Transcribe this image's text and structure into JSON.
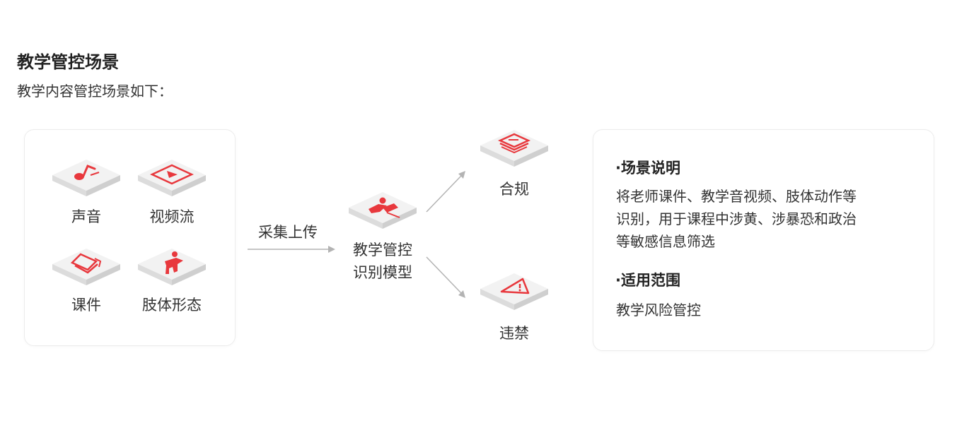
{
  "header": {
    "title": "教学管控场景",
    "subtitle": "教学内容管控场景如下："
  },
  "inputs": [
    {
      "label": "声音",
      "icon": "music-note-icon"
    },
    {
      "label": "视频流",
      "icon": "video-play-icon"
    },
    {
      "label": "课件",
      "icon": "documents-icon"
    },
    {
      "label": "肢体形态",
      "icon": "person-icon"
    }
  ],
  "flow": {
    "collect_label": "采集上传",
    "model": {
      "line1": "教学管控",
      "line2": "识别模型",
      "icon": "teaching-model-icon"
    },
    "outputs": [
      {
        "label": "合规",
        "icon": "compliance-stack-icon"
      },
      {
        "label": "违禁",
        "icon": "warning-triangle-icon"
      }
    ]
  },
  "info": {
    "scene_heading": "·场景说明",
    "scene_lines": [
      "将老师课件、教学音视频、肢体动作等",
      "识别，用于课程中涉黄、涉暴恐和政治",
      "等敏感信息筛选"
    ],
    "scope_heading": "·适用范围",
    "scope_text": "教学风险管控"
  },
  "colors": {
    "accent": "#e8383d",
    "tile_top": "#f2f2f2",
    "tile_side_left": "#dcdcdc",
    "tile_side_right": "#cfcfcf",
    "arrow": "#b3b3b3",
    "border": "#ececec"
  }
}
